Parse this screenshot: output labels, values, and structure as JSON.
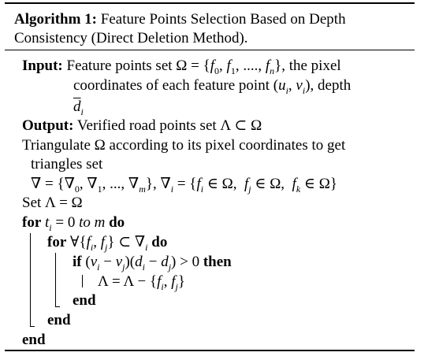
{
  "caption": {
    "label": "Algorithm 1:",
    "title_line1": "Feature Points Selection Based on Depth",
    "title_line2": "Consistency (Direct Deletion Method)."
  },
  "input": {
    "label": "Input:",
    "line1_pre": "Feature points set Ω = {",
    "line1_math": "f",
    "line1_rest": "0, f1, ...., fn}, the pixel",
    "line2": "coordinates of each feature point (ui, vi), depth",
    "line3": "d̄i"
  },
  "output": {
    "label": "Output:",
    "text": "Verified road points set Λ ⊂ Ω"
  },
  "steps": {
    "triangulate_1": "Triangulate Ω according to its pixel coordinates to get",
    "triangulate_2": "triangles set",
    "triangle_def": "∇ = {∇0, ∇1, ..., ∇m}, ∇i = {fi ∈ Ω,  fj ∈ Ω,  fk ∈ Ω}",
    "set_lambda": "Set Λ = Ω",
    "for_outer_kw": "for",
    "for_outer_body": "ti = 0 to m",
    "do": "do",
    "for_inner_kw": "for",
    "for_inner_body": "∀{fi, fj} ⊂ ∇i",
    "if_kw": "if",
    "if_body": "(vi − vj)(di − dj) > 0",
    "then": "then",
    "assign": "Λ = Λ − {fi, fj}",
    "end": "end"
  }
}
